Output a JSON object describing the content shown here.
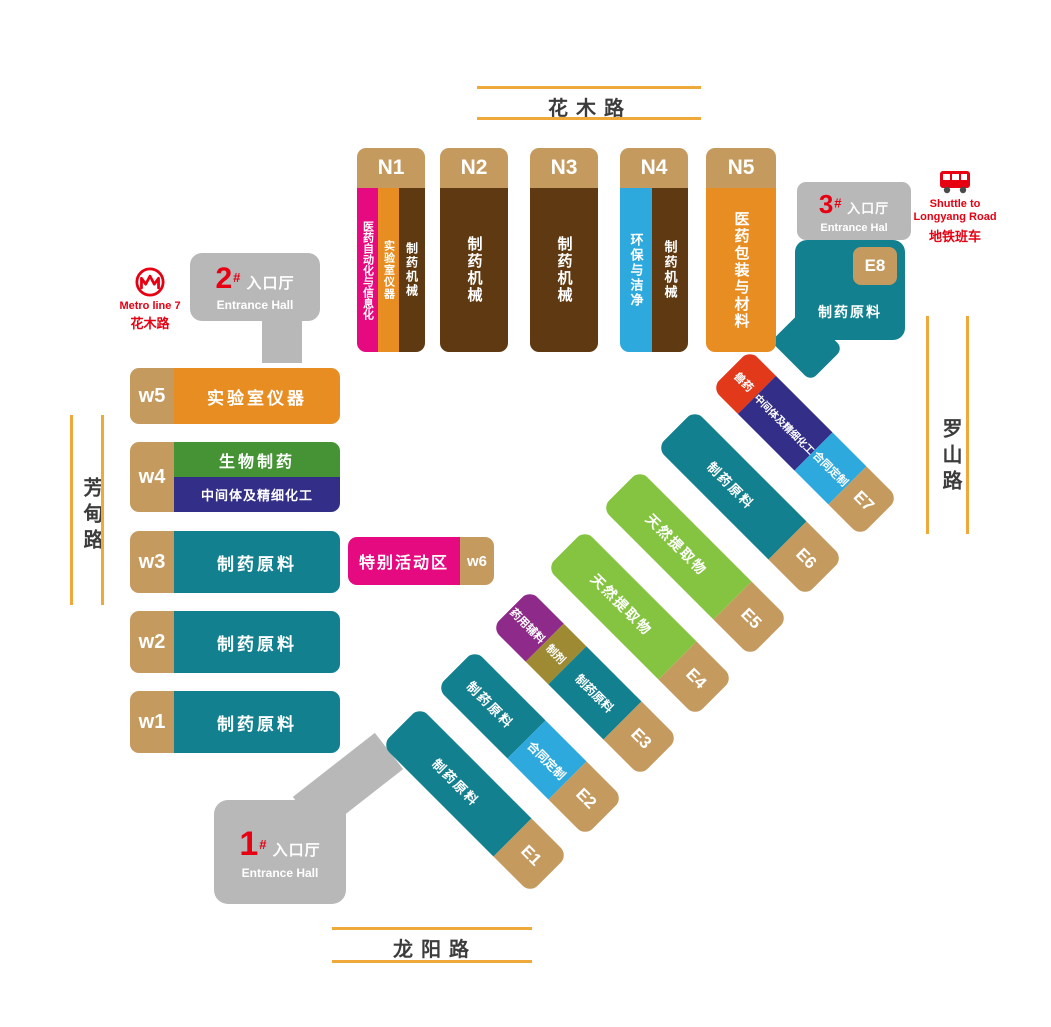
{
  "colors": {
    "tan": "#c49a5e",
    "brown": "#5f3911",
    "orange": "#e88d22",
    "teal": "#12808e",
    "light_green": "#85c440",
    "green": "#459335",
    "indigo": "#332e87",
    "light_blue": "#2ea9de",
    "pink": "#e60a80",
    "purple": "#8e2a8a",
    "olive": "#9d8a33",
    "red": "#e2391b",
    "gray": "#b8b8b8",
    "road_line": "#efa93a",
    "red_text": "#e60012"
  },
  "roads": {
    "top": "花木路",
    "left": "芳甸路",
    "right": "罗山路",
    "bottom": "龙阳路"
  },
  "metro": {
    "name": "Metro line 7",
    "station": "花木路"
  },
  "shuttle": {
    "en1": "Shuttle to",
    "en2": "Longyang Road",
    "cn": "地铁班车"
  },
  "entrance1": {
    "num": "1",
    "sup": "#",
    "cn": "入口厅",
    "en": "Entrance Hall"
  },
  "entrance2": {
    "num": "2",
    "sup": "#",
    "cn": "入口厅",
    "en": "Entrance Hall"
  },
  "entrance3": {
    "num": "3",
    "sup": "#",
    "cn": "入口厅",
    "en": "Entrance Hal"
  },
  "north": {
    "n1": {
      "id": "N1",
      "s1": "医药自动化与信息化",
      "s2": "实验室仪器",
      "s3": "制药机械"
    },
    "n2": {
      "id": "N2",
      "s1": "制药机械"
    },
    "n3": {
      "id": "N3",
      "s1": "制药机械"
    },
    "n4": {
      "id": "N4",
      "s1": "环保与洁净",
      "s2": "制药机械"
    },
    "n5": {
      "id": "N5",
      "s1": "医药包装与材料"
    }
  },
  "west": {
    "w5": {
      "id": "w5",
      "s1": "实验室仪器"
    },
    "w4": {
      "id": "w4",
      "s1": "生物制药",
      "s2": "中间体及精细化工"
    },
    "w3": {
      "id": "w3",
      "s1": "制药原料"
    },
    "w2": {
      "id": "w2",
      "s1": "制药原料"
    },
    "w1": {
      "id": "w1",
      "s1": "制药原料"
    }
  },
  "special": {
    "label": "特别活动区",
    "id": "w6"
  },
  "east": {
    "e1": {
      "id": "E1",
      "s1": "制药原料"
    },
    "e2": {
      "id": "E2",
      "s1": "制药原料",
      "s2": "合同定制"
    },
    "e3": {
      "id": "E3",
      "s1": "药用辅料",
      "s2": "制剂",
      "s3": "制药原料"
    },
    "e4": {
      "id": "E4",
      "s1": "天然提取物"
    },
    "e5": {
      "id": "E5",
      "s1": "天然提取物"
    },
    "e6": {
      "id": "E6",
      "s1": "制药原料"
    },
    "e7": {
      "id": "E7",
      "s1": "兽药",
      "s2": "中间体及精细化工",
      "s3": "合同定制"
    },
    "e8": {
      "id": "E8",
      "s1": "制药原料"
    }
  }
}
